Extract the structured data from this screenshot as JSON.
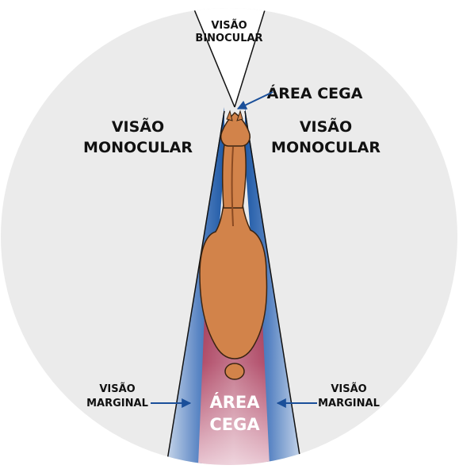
{
  "labels": {
    "binocular": [
      "VISÃO",
      "BINOCULAR"
    ],
    "blind_front": "ÁREA CEGA",
    "monocular_left": [
      "VISÃO",
      "MONOCULAR"
    ],
    "monocular_right": [
      "VISÃO",
      "MONOCULAR"
    ],
    "marginal_left": [
      "VISÃO",
      "MARGINAL"
    ],
    "marginal_right": [
      "VISÃO",
      "MARGINAL"
    ],
    "blind_rear": [
      "ÁREA",
      "CEGA"
    ]
  },
  "colors": {
    "field_bg": "#ebebeb",
    "blind_rear": "#8f2440",
    "marginal_blue": "#1f5aa6",
    "horse": "#d2834a",
    "horse_outline": "#3a2412",
    "arrow": "#1a4f9a",
    "text": "#111111"
  }
}
